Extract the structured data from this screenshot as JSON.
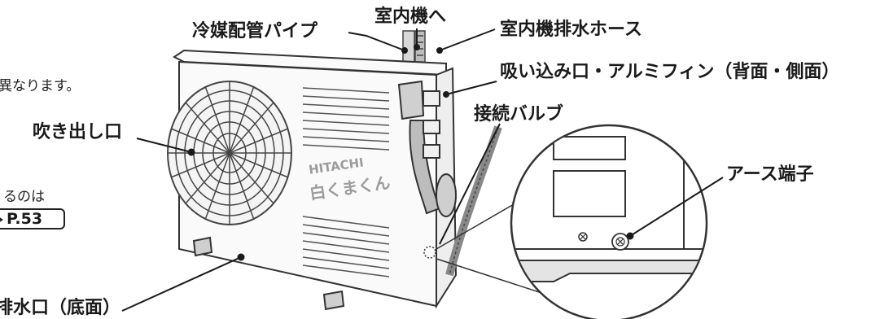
{
  "labels": {
    "refrigerant_pipe": "冷媒配管パイプ",
    "to_indoor_unit": "室内機へ",
    "indoor_drain_hose": "室内機排水ホース",
    "intake_fins": "吸い込み口・アルミフィン（背面・側面）",
    "outlet": "吹き出し口",
    "connection_valve": "接続バルブ",
    "earth_terminal": "アース端子",
    "drain_outlet": "排水口（底面）"
  },
  "side_text": {
    "line1": "異なります。",
    "line2": "るのは"
  },
  "page_ref": "P.53",
  "brand": {
    "maker": "HITACHI",
    "model": "白くまくん"
  }
}
